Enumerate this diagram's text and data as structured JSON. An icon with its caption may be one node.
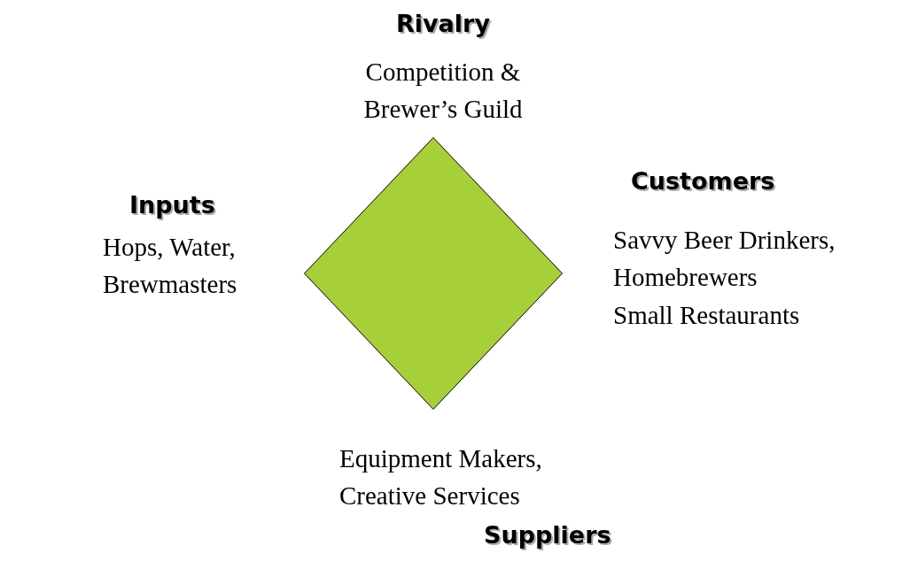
{
  "diagram": {
    "nodes": [
      {
        "text": [],
        "shape": "diamond"
      }
    ],
    "labels": [
      "Rivalry",
      "Competition & Brewer’s Guild",
      "Customers",
      "Inputs",
      "Savvy Beer Drinkers,",
      "Hops, Water, Brewmasters",
      "Homebrewers",
      "Small Restaurants",
      "Equipment Makers, Creative Services",
      "Suppliers"
    ]
  }
}
